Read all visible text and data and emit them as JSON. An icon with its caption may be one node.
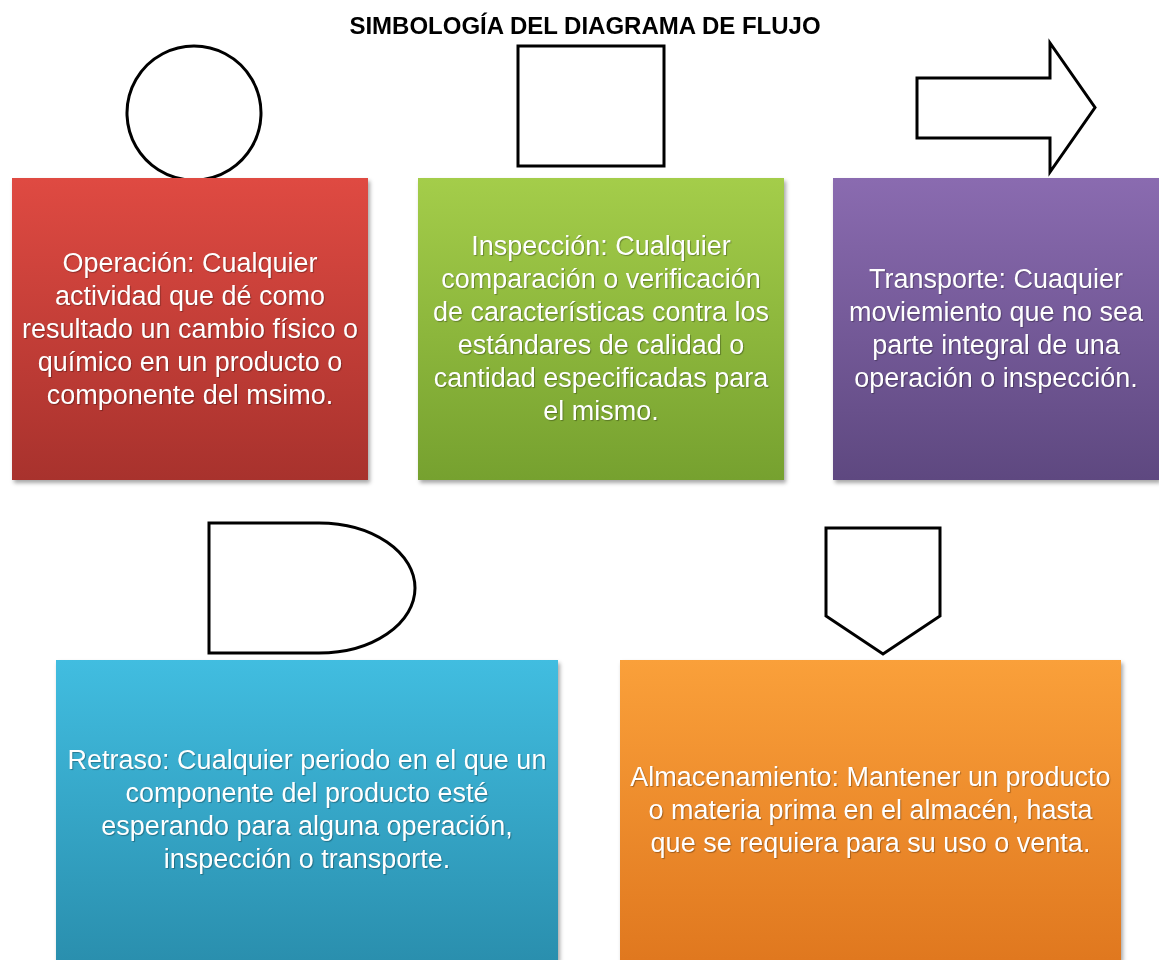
{
  "diagram": {
    "title": "SIMBOLOGÍA DEL DIAGRAMA DE FLUJO",
    "nodes": [
      {
        "text": [],
        "shape": "circle"
      },
      {
        "text": [],
        "shape": "box"
      },
      {
        "text": [],
        "shape": "arrow"
      },
      {
        "text": [
          "Operación: Cualquier actividad que dé como resultado un cambio físico o químico en un producto o componente del msimo."
        ]
      },
      {
        "text": [
          "Inspección: Cualquier comparación o verificación de características contra los estándares de calidad o cantidad especificadas para el mismo."
        ]
      },
      {
        "text": [
          "Transporte: Cuaquier moviemiento que no sea parte integral de una operación o inspección."
        ]
      },
      {
        "text": [],
        "shape": "d-shape"
      },
      {
        "text": [],
        "shape": "pentagon"
      },
      {
        "text": [
          "Retraso: Cualquier periodo en el que un componente del producto esté esperando para alguna operación, inspección o transporte."
        ]
      },
      {
        "text": [
          "Almacenamiento: Mantener un producto o materia prima en el almacén, hasta que se requiera para su uso o venta."
        ]
      }
    ],
    "edges": []
  }
}
